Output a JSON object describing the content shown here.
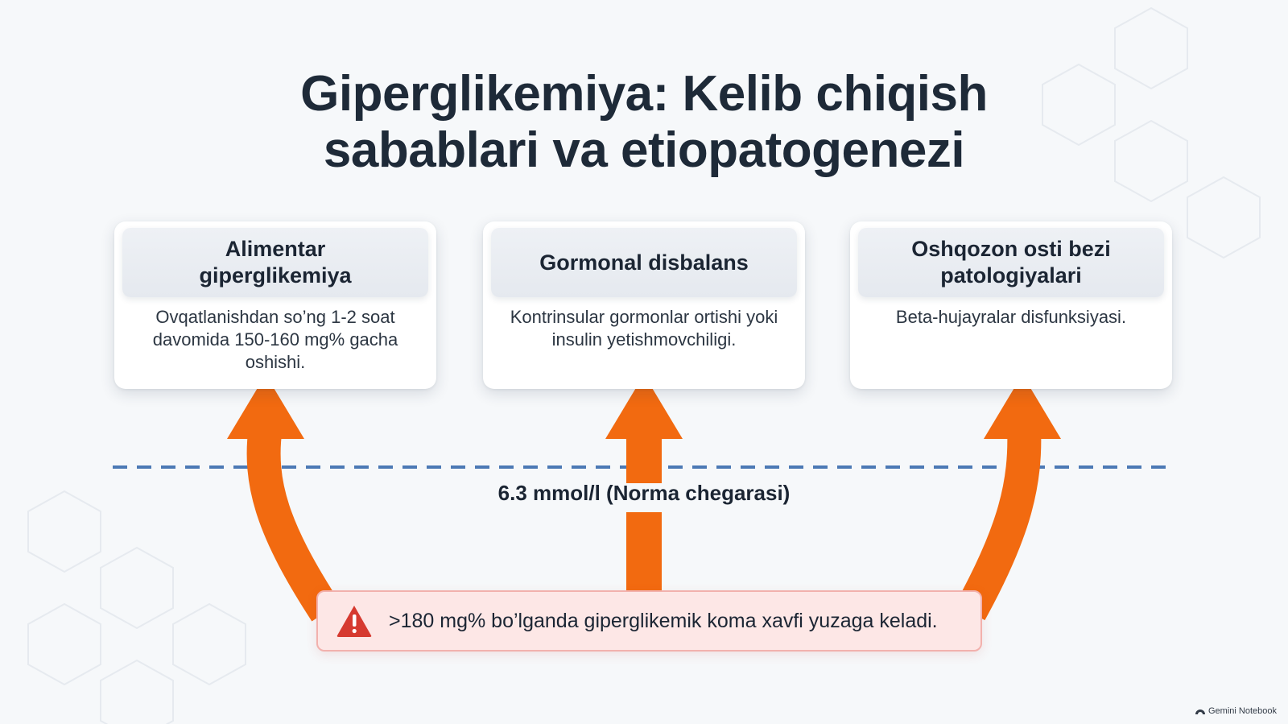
{
  "title": {
    "line1": "Giperglikemiya: Kelib chiqish",
    "line2": "sabablari va etiopatogenezi"
  },
  "cards": [
    {
      "heading_line1": "Alimentar",
      "heading_line2": "giperglikemiya",
      "body": "Ovqatlanishdan so’ng 1-2 soat davomida 150-160 mg% gacha oshishi."
    },
    {
      "heading_line1": "Gormonal disbalans",
      "heading_line2": "",
      "body": "Kontrinsular gormonlar ortishi yoki insulin yetishmovchiligi."
    },
    {
      "heading_line1": "Oshqozon osti bezi",
      "heading_line2": "patologiyalari",
      "body": "Beta-hujayralar disfunksiyasi."
    }
  ],
  "threshold": {
    "label": "6.3 mmol/l (Norma chegarasi)"
  },
  "alert": {
    "text": ">180 mg% bo’lganda giperglikemik koma xavfi yuzaga keladi.",
    "icon": "warning-triangle-icon"
  },
  "brand": {
    "label": "Gemini Notebook"
  },
  "colors": {
    "arrow": "#f26a10",
    "dashed_line": "#4c79b5",
    "alert_bg": "#fde7e6",
    "alert_icon": "#d63a30",
    "title": "#1e2a38"
  }
}
